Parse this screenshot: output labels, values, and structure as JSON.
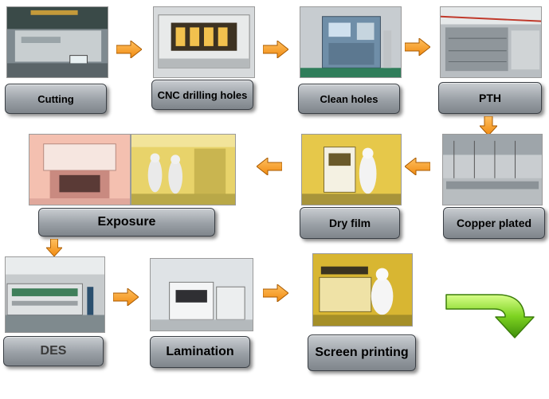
{
  "steps": [
    {
      "id": "cutting",
      "label": "Cutting"
    },
    {
      "id": "cnc",
      "label": "CNC drilling holes"
    },
    {
      "id": "clean",
      "label": "Clean holes"
    },
    {
      "id": "pth",
      "label": "PTH"
    },
    {
      "id": "copper",
      "label": "Copper plated"
    },
    {
      "id": "dryfilm",
      "label": "Dry film"
    },
    {
      "id": "exposure",
      "label": "Exposure"
    },
    {
      "id": "des",
      "label": "DES"
    },
    {
      "id": "lamination",
      "label": "Lamination"
    },
    {
      "id": "screen",
      "label": "Screen printing"
    }
  ],
  "colors": {
    "arrow_fill": "#f7941d",
    "arrow_stroke": "#a85a00",
    "big_arrow_fill": "#7ed321",
    "label_text": "#000000"
  }
}
